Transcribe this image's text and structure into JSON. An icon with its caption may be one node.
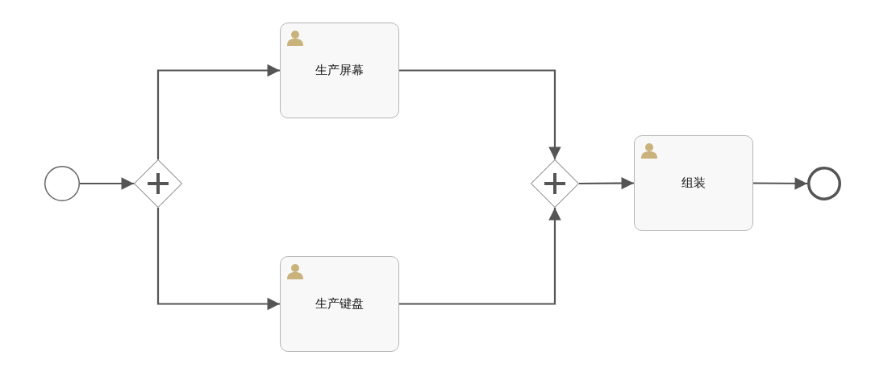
{
  "diagram": {
    "nodes": [
      {
        "text": [],
        "shape": "circle"
      },
      {
        "text": [],
        "shape": "diamond"
      },
      {
        "text": [
          "生产屏幕"
        ]
      },
      {
        "text": [
          "生产键盘"
        ]
      },
      {
        "text": [],
        "shape": "diamond"
      },
      {
        "text": [
          "组装"
        ]
      },
      {
        "text": [],
        "shape": "circle"
      }
    ],
    "edges": [
      {
        "from": 0,
        "to": 1,
        "arrow": "to"
      },
      {
        "from": 1,
        "to": 2,
        "arrow": "to"
      },
      {
        "from": 1,
        "to": 3,
        "arrow": "to"
      },
      {
        "from": 2,
        "to": 4,
        "arrow": "to"
      },
      {
        "from": 3,
        "to": 4,
        "arrow": "to"
      },
      {
        "from": 4,
        "to": 5,
        "arrow": "to"
      },
      {
        "from": 5,
        "to": 6,
        "arrow": "to"
      }
    ]
  }
}
